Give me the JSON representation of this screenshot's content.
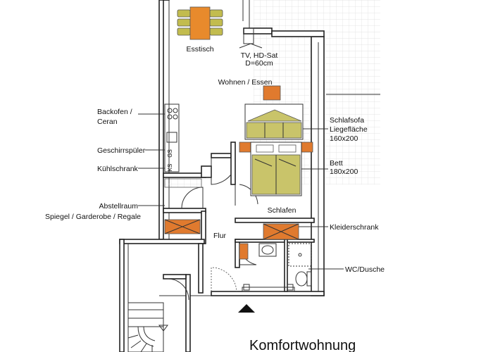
{
  "labels": {
    "esstisch": "Esstisch",
    "tv_line1": "TV, HD-Sat",
    "tv_line2": "D=60cm",
    "wohnen": "Wohnen / Essen",
    "backofen_line1": "Backofen /",
    "backofen_line2": "Ceran",
    "geschirr": "Geschirrspüler",
    "kuehl": "Kühlschrank",
    "abstell_line1": "Abstellraum",
    "abstell_line2": "Spiegel / Garderobe / Regale",
    "sofa_line1": "Schlafsofa",
    "sofa_line2": "Liegefläche",
    "sofa_line3": "160x200",
    "bett_line1": "Bett",
    "bett_line2": "180x200",
    "schlafen": "Schlafen",
    "flur": "Flur",
    "kleider": "Kleiderschrank",
    "wc": "WC/Dusche",
    "gs": "GS",
    "ks": "KS",
    "title": "Komfortwohnung"
  },
  "colors": {
    "furniture_orange": "#e07a2e",
    "table_orange": "#e88a2c",
    "furniture_olive": "#c9c46a",
    "chair_olive": "#c2bc4e",
    "wall": "#222222",
    "tile": "#dddddd"
  }
}
